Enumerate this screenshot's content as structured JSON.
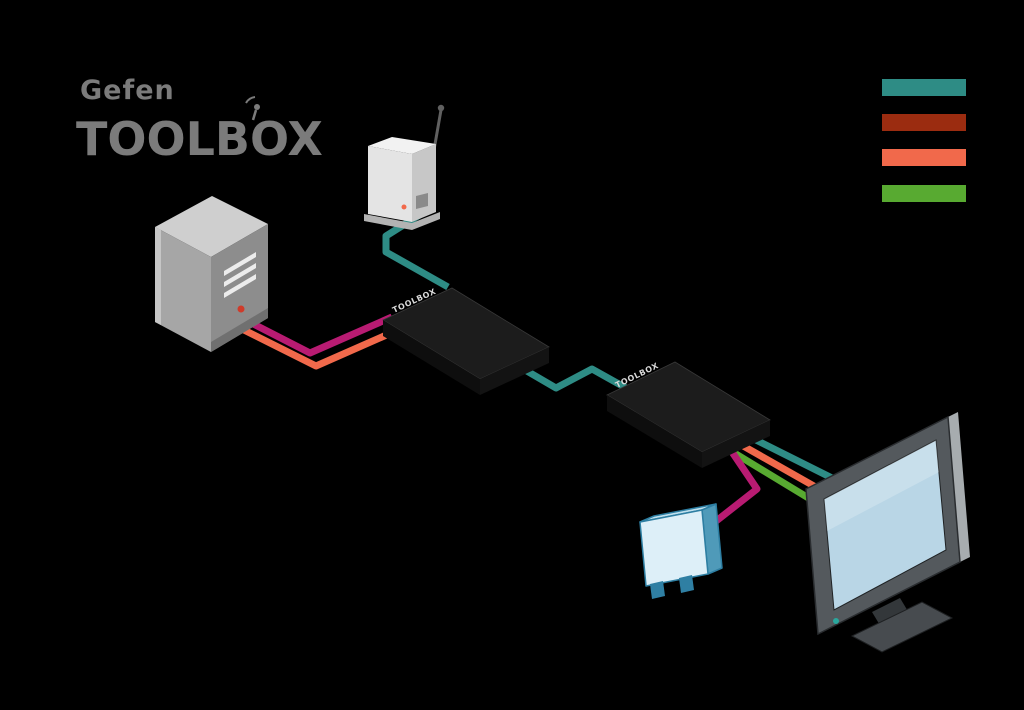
{
  "canvas": {
    "background": "#000000"
  },
  "logo": {
    "brand": "Gefen",
    "product": "TOOLBOX",
    "color": "#7b7b7b"
  },
  "legend": {
    "items": [
      {
        "name": "teal-cable-swatch",
        "color": "#2e8c85"
      },
      {
        "name": "dark-red-cable-swatch",
        "color": "#9b2c10"
      },
      {
        "name": "orange-cable-swatch",
        "color": "#f1694b"
      },
      {
        "name": "green-cable-swatch",
        "color": "#58aa31"
      }
    ]
  },
  "cables": {
    "teal": "#2e8c85",
    "orange": "#f1694b",
    "green": "#58aa31",
    "magenta": "#b81b72"
  },
  "devices": {
    "computer": {
      "name": "computer-tower"
    },
    "transmitter": {
      "name": "wireless-antenna-unit"
    },
    "sender": {
      "label": "TOOLBOX"
    },
    "receiver": {
      "label": "TOOLBOX"
    },
    "accessory": {
      "name": "ir-accessory"
    },
    "display": {
      "name": "flat-panel-display"
    }
  }
}
